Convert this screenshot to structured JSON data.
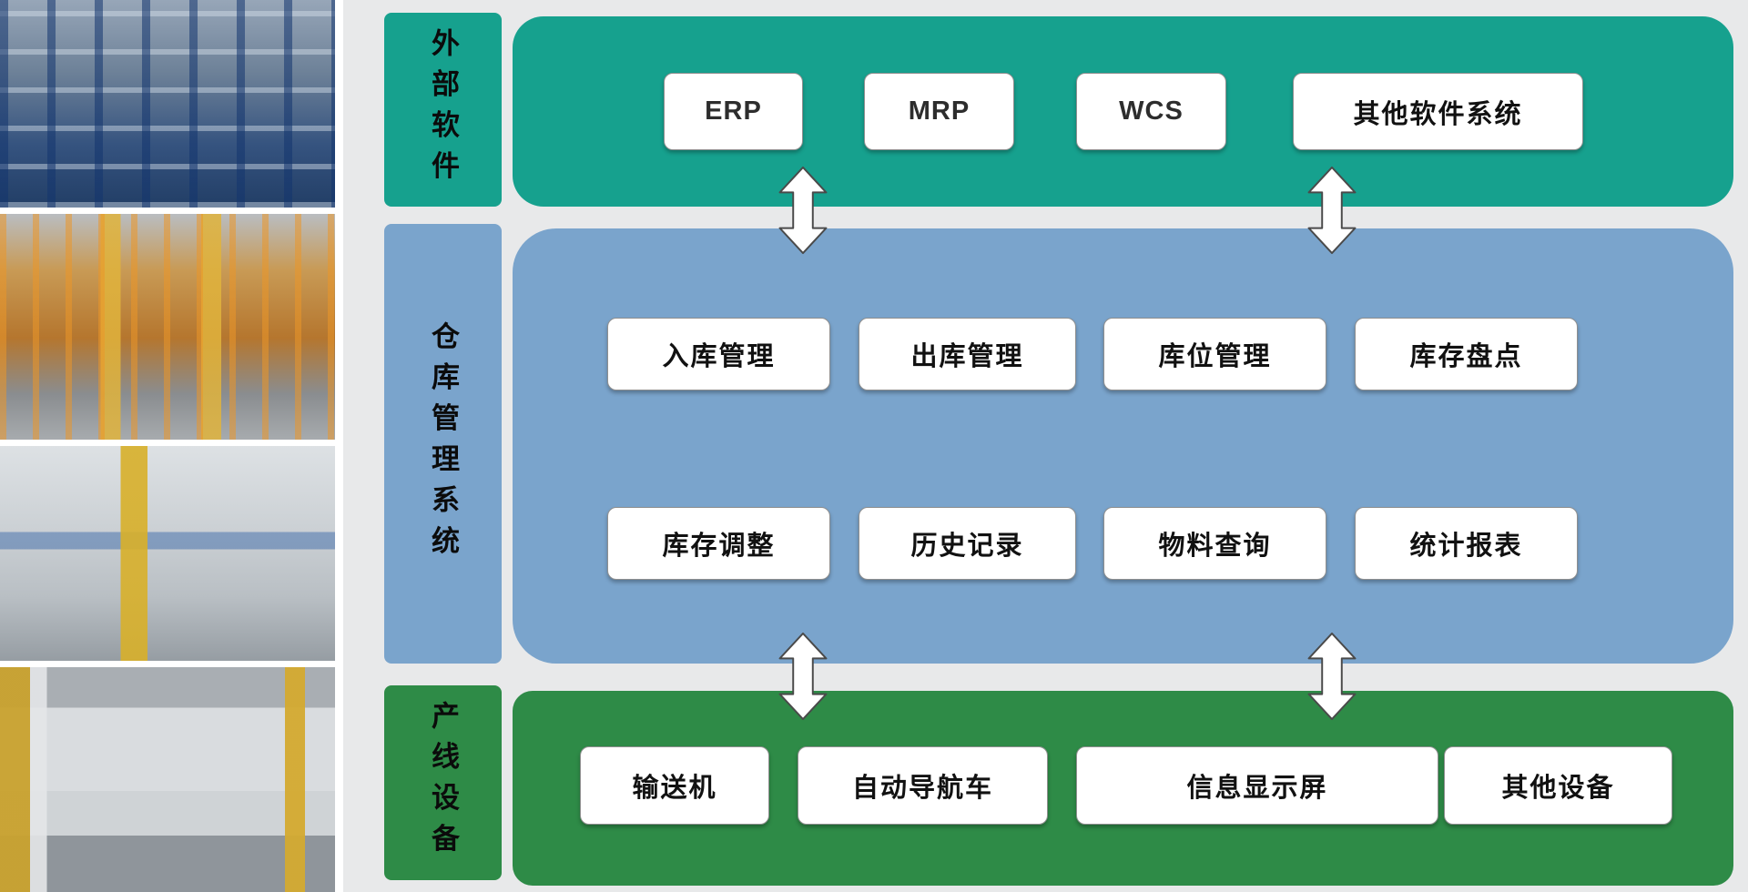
{
  "colors": {
    "background": "#e8e9ea",
    "teal": "#16a18e",
    "blue": "#7aa4cc",
    "green": "#2e8b47",
    "box_background": "#ffffff",
    "box_border": "#8f8f8f",
    "text": "#111111"
  },
  "photos": [
    {
      "name": "pallet-racking-photo"
    },
    {
      "name": "stacker-crane-photo"
    },
    {
      "name": "palletizer-machine-photo"
    },
    {
      "name": "conveyor-line-photo"
    }
  ],
  "layers": [
    {
      "id": "external-software",
      "side_label": "外部软件",
      "boxes": [
        "ERP",
        "MRP",
        "WCS",
        "其他软件系统"
      ]
    },
    {
      "id": "warehouse-management-system",
      "side_label": "仓库管理系统",
      "rows": [
        [
          "入库管理",
          "出库管理",
          "库位管理",
          "库存盘点"
        ],
        [
          "库存调整",
          "历史记录",
          "物料查询",
          "统计报表"
        ]
      ]
    },
    {
      "id": "production-line-equipment",
      "side_label": "产线设备",
      "boxes": [
        "输送机",
        "自动导航车",
        "信息显示屏",
        "其他设备"
      ]
    }
  ]
}
